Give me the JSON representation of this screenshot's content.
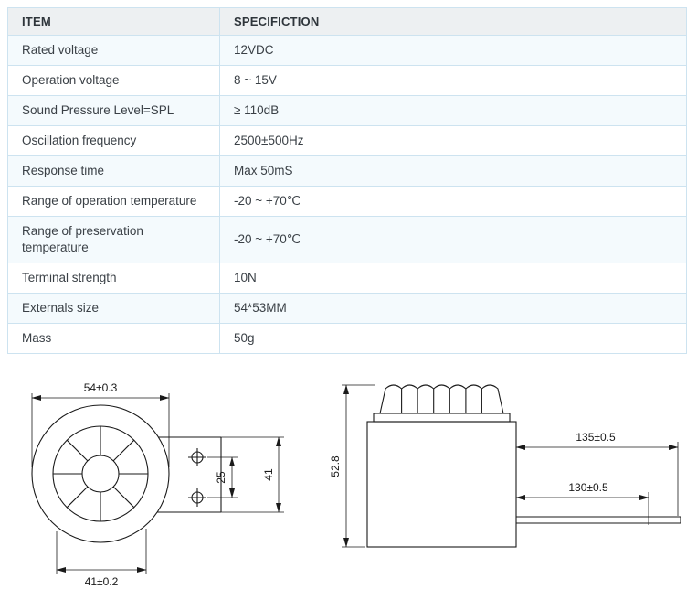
{
  "table": {
    "headers": {
      "item": "ITEM",
      "spec": "SPECIFICTION"
    },
    "rows": [
      {
        "item": "Rated voltage",
        "spec": "12VDC"
      },
      {
        "item": "Operation voltage",
        "spec": "8 ~ 15V"
      },
      {
        "item": "Sound Pressure Level=SPL",
        "spec": "≥ 110dB"
      },
      {
        "item": "Oscillation frequency",
        "spec": "2500±500Hz"
      },
      {
        "item": "Response time",
        "spec": "Max 50mS"
      },
      {
        "item": "Range of operation temperature",
        "spec": "-20 ~ +70℃"
      },
      {
        "item": "Range of preservation temperature",
        "spec": "-20 ~ +70℃"
      },
      {
        "item": "Terminal strength",
        "spec": "10N"
      },
      {
        "item": "Externals size",
        "spec": "54*53MM"
      },
      {
        "item": "Mass",
        "spec": "50g"
      }
    ]
  },
  "drawings": {
    "front_view": {
      "dim_outer_diameter": "54±0.3",
      "dim_hole_spacing": "25",
      "dim_bracket_height": "41",
      "dim_base_width": "41±0.2"
    },
    "side_view": {
      "dim_height": "52.8",
      "dim_lead_length_total": "135±0.5",
      "dim_lead_length_inner": "130±0.5"
    }
  },
  "colors": {
    "table_border": "#cde3f0",
    "header_bg": "#edf0f2",
    "row_alt_bg": "#f4fafd",
    "drawing_line": "#1a1a1a"
  }
}
